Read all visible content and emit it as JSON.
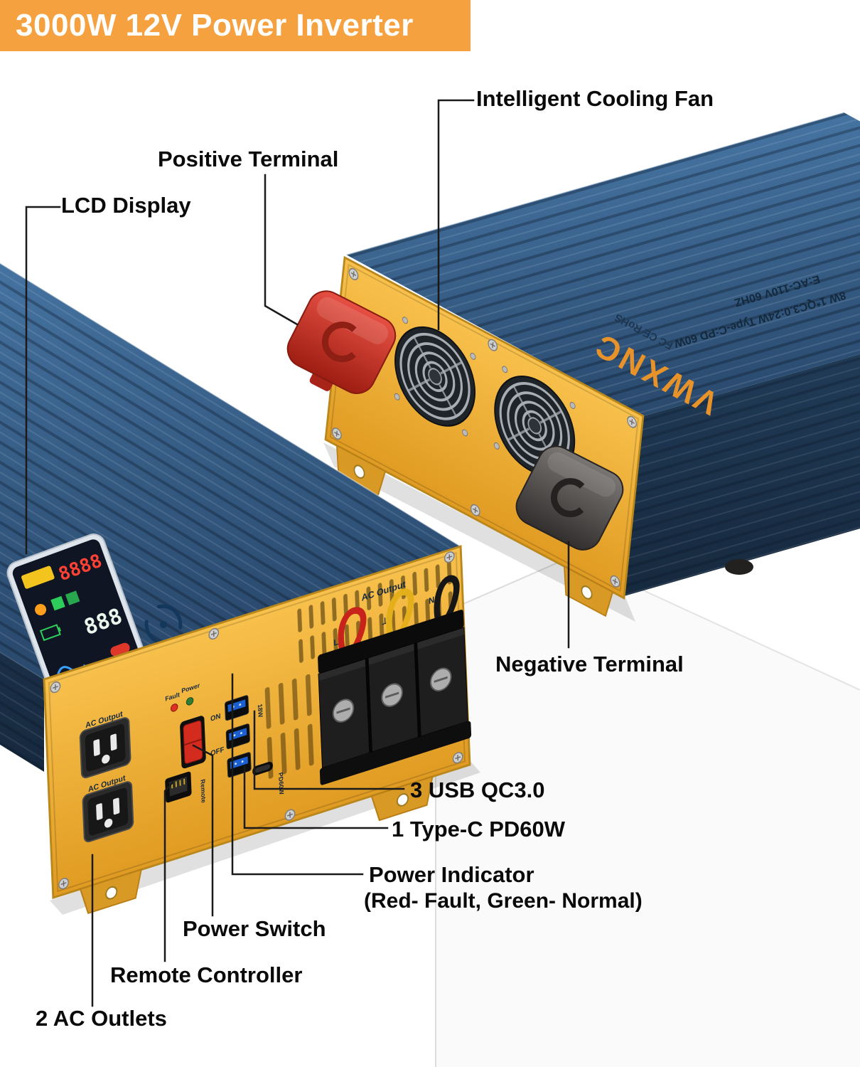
{
  "banner": {
    "title": "3000W 12V Power Inverter"
  },
  "callouts": {
    "cooling_fan": "Intelligent Cooling Fan",
    "positive_terminal": "Positive Terminal",
    "lcd_display": "LCD Display",
    "negative_terminal": "Negative Terminal",
    "usb_ports": "3 USB QC3.0",
    "type_c_port": "1 Type-C PD60W",
    "power_indicator": "Power Indicator",
    "power_indicator_note": "(Red- Fault, Green- Normal)",
    "power_switch": "Power Switch",
    "remote_controller": "Remote Controller",
    "ac_outlets": "2 AC Outlets"
  },
  "front_panel": {
    "ac_output_label_1": "AC Output",
    "ac_output_label_2": "AC Output",
    "fault_label": "Fault",
    "power_label": "Power",
    "on_label": "ON",
    "off_label": "OFF",
    "remote_label": "Remote",
    "usb_power_label": "18W",
    "type_c_power_label": "PD60W",
    "terminal_title": "AC Output",
    "terminal_l": "L",
    "terminal_ground": "⊥",
    "terminal_n": "N"
  },
  "body_markings": {
    "brand": "VWXNC",
    "certifications": "FC CE RoHS",
    "spec_line_1": "E:AC-110V  60HZ",
    "spec_line_2": "8W 1*QC3.0:24W  Type-C:PD 60W"
  },
  "lcd": {
    "digits_row_1": "8888",
    "digits_row_2": "888"
  },
  "colors": {
    "banner_orange": "#F6A13F",
    "body_blue": "#31557E",
    "panel_yellow": "#F0AC2D",
    "positive_cap_red": "#CF3226",
    "negative_cap_gray": "#4E4B4A",
    "usb_blue": "#1B5FD0",
    "led_red": "#E03020",
    "led_green": "#2E7D32"
  }
}
